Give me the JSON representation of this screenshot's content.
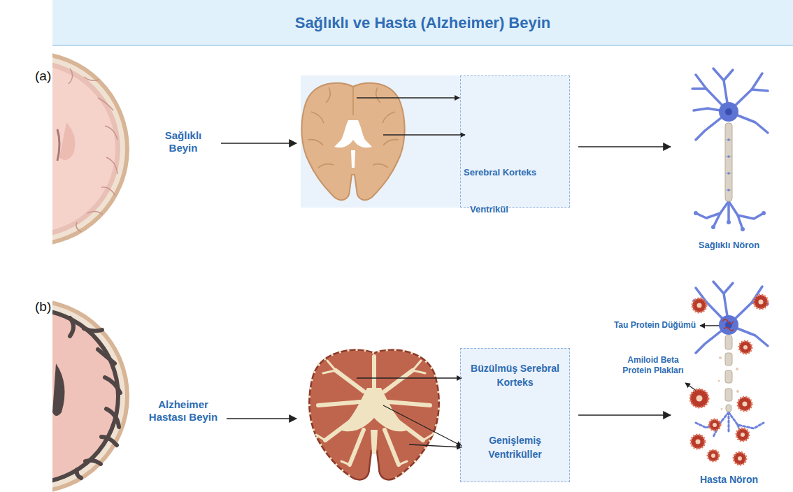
{
  "diagram": {
    "title": "Sağlıklı ve Hasta (Alzheimer) Beyin",
    "nodes": [
      {
        "text": [
          "Sağlıklı Beyin"
        ]
      },
      {
        "text": [
          "Serebral Korteks",
          "Ventrikül"
        ]
      },
      {
        "text": [
          "Sağlıklı Nöron"
        ]
      },
      {
        "text": [
          "Alzheimer Hastası Beyin"
        ]
      },
      {
        "text": [
          "Büzülmüş Serebral Korteks",
          "Genişlemiş Ventriküller"
        ]
      },
      {
        "text": [
          "Hasta Nöron"
        ]
      }
    ],
    "edges": [
      {
        "from": 0,
        "to": 1,
        "arrow": "to"
      },
      {
        "from": 1,
        "to": 2,
        "arrow": "to"
      },
      {
        "from": 3,
        "to": 4,
        "arrow": "to"
      },
      {
        "from": 4,
        "to": 5,
        "arrow": "to"
      }
    ],
    "labels": [
      "(a)",
      "(b)",
      "Tau Protein Düğümü",
      "Amiloid Beta Protein Plakları"
    ]
  }
}
